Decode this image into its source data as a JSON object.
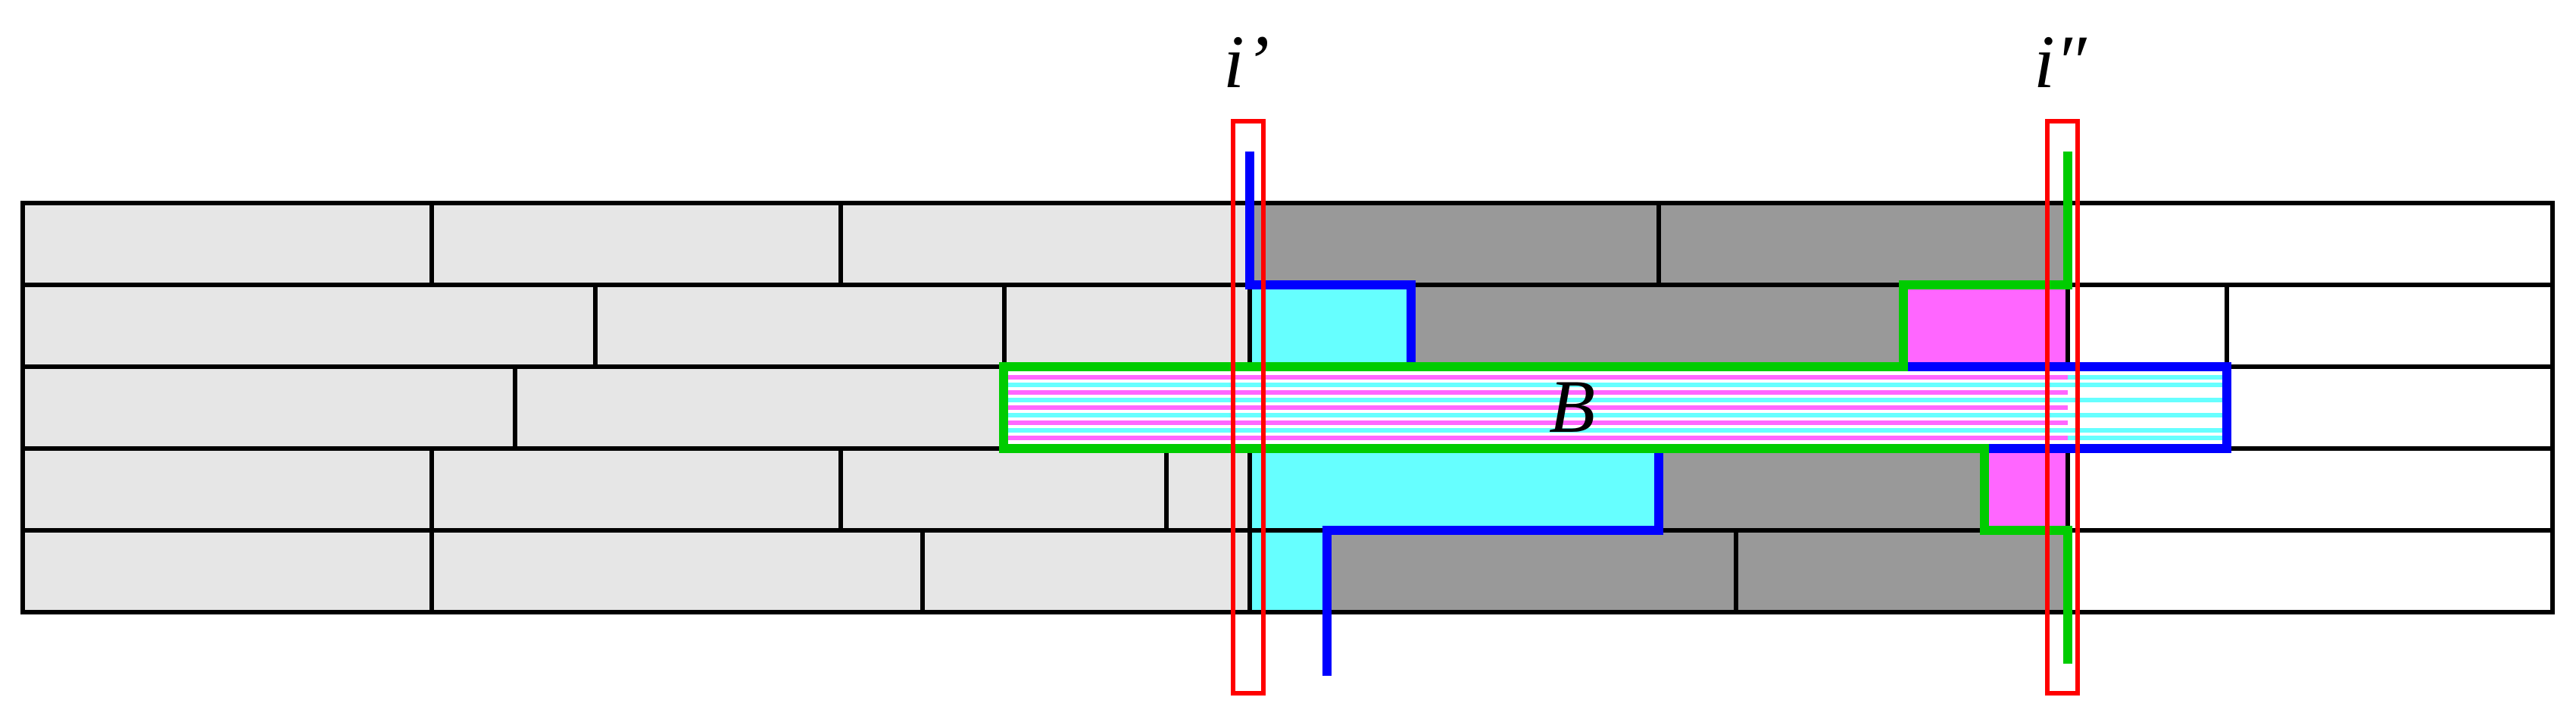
{
  "labels": {
    "i_prime": "i’",
    "i_double_prime": "i″",
    "block": "B"
  },
  "colors": {
    "background": "#ffffff",
    "light_gray": "#e6e6e6",
    "dark_gray": "#999999",
    "cyan": "#66ffff",
    "magenta": "#ff66ff",
    "blue": "#0000ff",
    "green": "#00cc00",
    "red": "#ff0000",
    "black": "#000000"
  }
}
